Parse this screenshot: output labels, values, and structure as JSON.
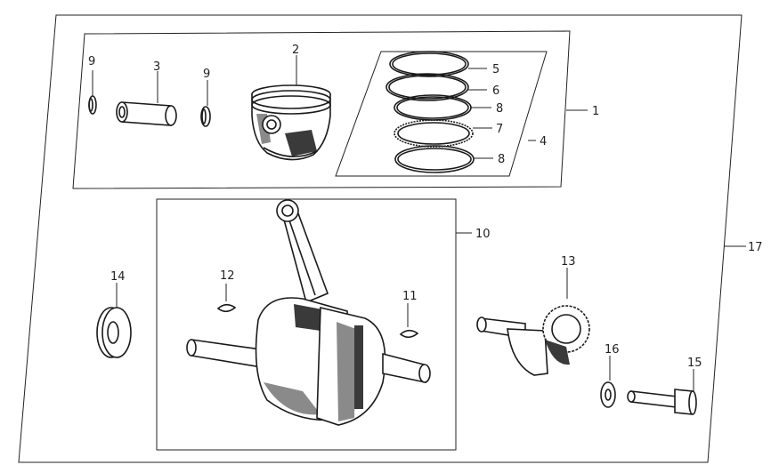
{
  "diagram": {
    "callouts": {
      "c1": "1",
      "c2": "2",
      "c3": "3",
      "c4": "4",
      "c5": "5",
      "c6": "6",
      "c7": "7",
      "c8a": "8",
      "c8b": "8",
      "c9a": "9",
      "c9b": "9",
      "c10": "10",
      "c11": "11",
      "c12": "12",
      "c13": "13",
      "c14": "14",
      "c15": "15",
      "c16": "16",
      "c17": "17"
    }
  }
}
